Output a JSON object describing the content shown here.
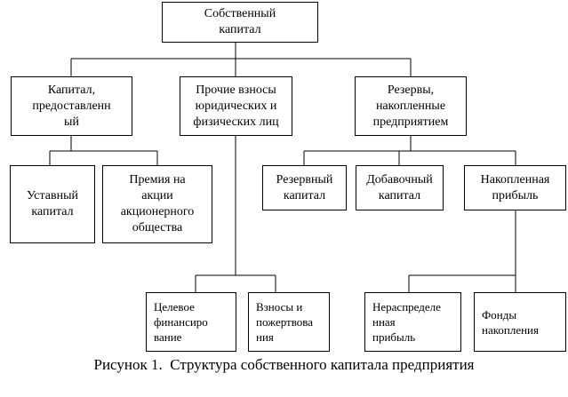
{
  "diagram": {
    "root": "Собственный\nкапитал",
    "groups": [
      {
        "label": "Капитал,\nпредоставленн\nый",
        "children": [
          "Уставный\nкапитал",
          "Премия на\nакции\nакционерного\nобщества"
        ]
      },
      {
        "label": "Прочие взносы\nюридических и\nфизических лиц",
        "children": [
          "Целевое\nфинансиро\nвание",
          "Взносы и\nпожертвова\nния"
        ]
      },
      {
        "label": "Резервы,\nнакопленные\nпредприятием",
        "children": [
          "Резервный\nкапитал",
          "Добавочный\nкапитал",
          {
            "label": "Накопленная\nприбыль",
            "children": [
              "Нераспределе\nнная\nприбыль",
              "Фонды\nнакопления"
            ]
          }
        ]
      }
    ]
  },
  "caption": "Рисунок 1.  Структура собственного капитала предприятия"
}
